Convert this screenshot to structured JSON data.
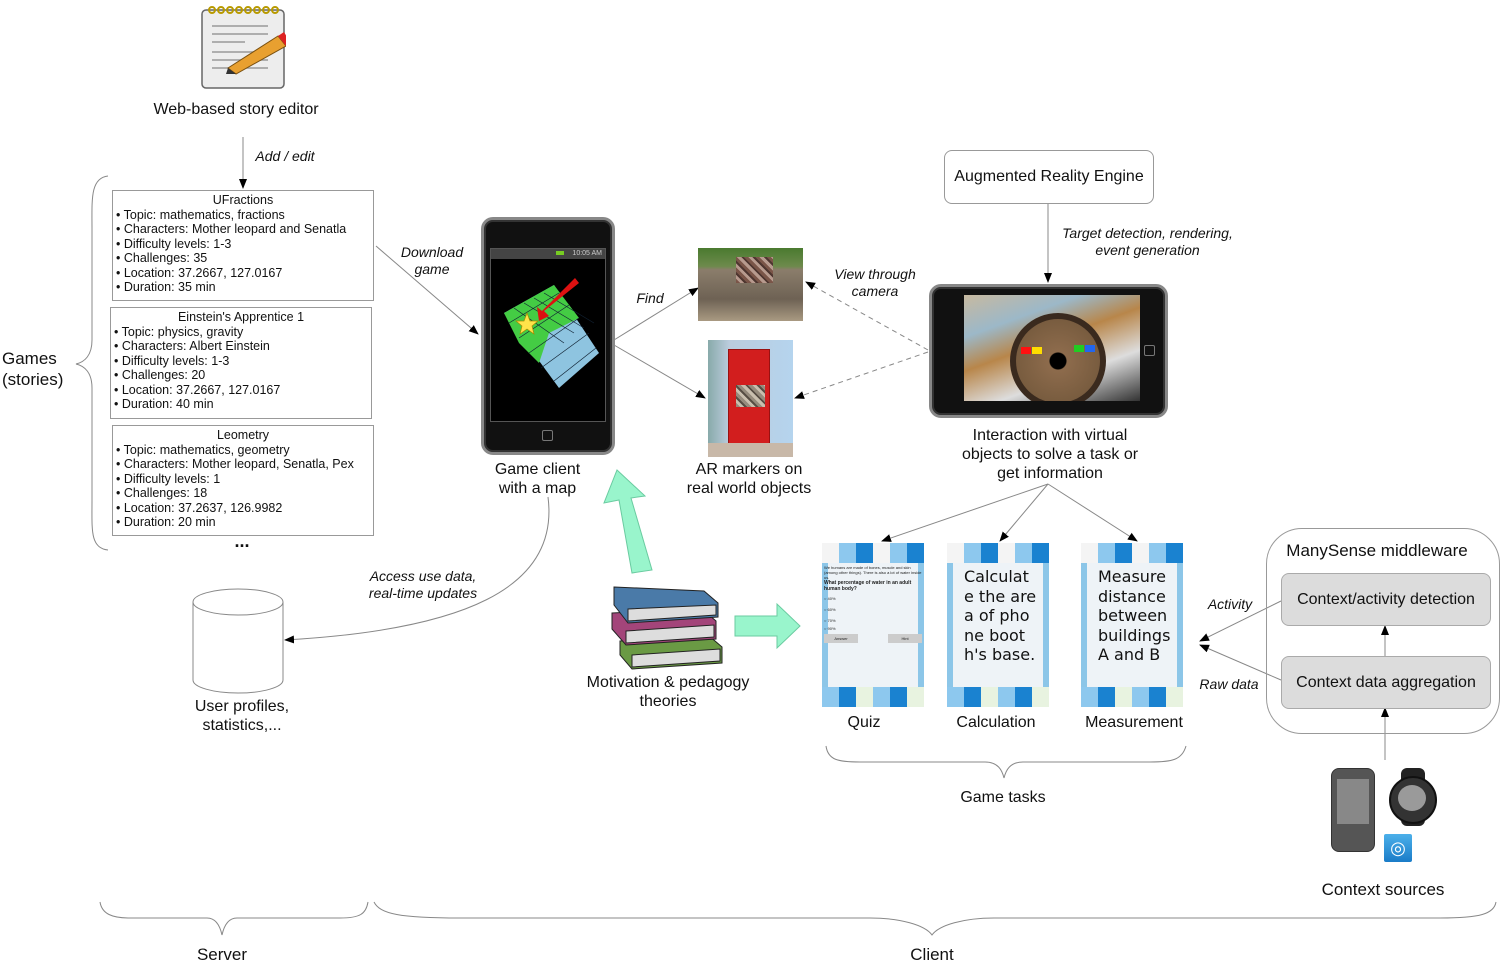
{
  "editor": {
    "label": "Web-based story editor",
    "icon": "notepad-pencil-icon"
  },
  "edges": {
    "add_edit": "Add / edit",
    "download_game": [
      "Download",
      "game"
    ],
    "find": "Find",
    "view_through_camera": [
      "View through",
      "camera"
    ],
    "target_detection": [
      "Target detection, rendering,",
      "event generation"
    ],
    "access_use_data": [
      "Access use data,",
      "real-time updates"
    ],
    "activity": "Activity",
    "raw_data": "Raw data"
  },
  "games_group": {
    "label": [
      "Games",
      "(stories)"
    ],
    "ellipsis": "..."
  },
  "stories": [
    {
      "title": "UFractions",
      "items": [
        "Topic: mathematics, fractions",
        "Characters: Mother leopard and Senatla",
        "Difficulty levels: 1-3",
        "Challenges: 35",
        "Location: 37.2667, 127.0167",
        "Duration: 35 min"
      ]
    },
    {
      "title": "Einstein's Apprentice 1",
      "items": [
        "Topic: physics, gravity",
        "Characters: Albert Einstein",
        "Difficulty levels: 1-3",
        "Challenges: 20",
        "Location: 37.2667, 127.0167",
        "Duration: 40 min"
      ]
    },
    {
      "title": "Leometry",
      "items": [
        "Topic: mathematics, geometry",
        "Characters: Mother leopard, Senatla, Pex",
        "Difficulty levels: 1",
        "Challenges: 18",
        "Location: 37.2637, 126.9982",
        "Duration: 20 min"
      ]
    }
  ],
  "game_client": {
    "label": [
      "Game client",
      "with a map"
    ],
    "status_time": "10:05 AM"
  },
  "ar_markers": {
    "label": [
      "AR markers on",
      "real world objects"
    ]
  },
  "ar_engine": {
    "label": "Augmented Reality Engine"
  },
  "ar_phone": {
    "label": [
      "Interaction with virtual",
      "objects to solve a task or",
      "get information"
    ]
  },
  "database": {
    "label": [
      "User profiles,",
      "statistics,..."
    ]
  },
  "books": {
    "label": [
      "Motivation & pedagogy",
      "theories"
    ]
  },
  "tasks": {
    "group_label": "Game tasks",
    "items": [
      {
        "label": "Quiz",
        "text": "",
        "quiz_intro": "We humans are made of bones, muscle and skin (among other things). There is also a lot of water inside us.",
        "quiz_question": "What percentage of water in an adult human body?",
        "options": [
          "40%",
          "60%",
          "70%",
          "90%"
        ],
        "buttons": [
          "Answer",
          "Hint"
        ]
      },
      {
        "label": "Calculation",
        "text": "Calculat e the area of phone booth's base."
      },
      {
        "label": "Measurement",
        "text": "Measure distance between buildings A and B"
      }
    ]
  },
  "middleware": {
    "title": "ManySense middleware",
    "detection": "Context/activity detection",
    "aggregation": "Context data aggregation"
  },
  "context_sources": {
    "label": "Context sources"
  },
  "tiers": {
    "server": "Server",
    "client": "Client"
  },
  "colors": {
    "arrow_green": "#99f5cc",
    "box_gray": "#dcdcdc",
    "line": "#888888"
  }
}
